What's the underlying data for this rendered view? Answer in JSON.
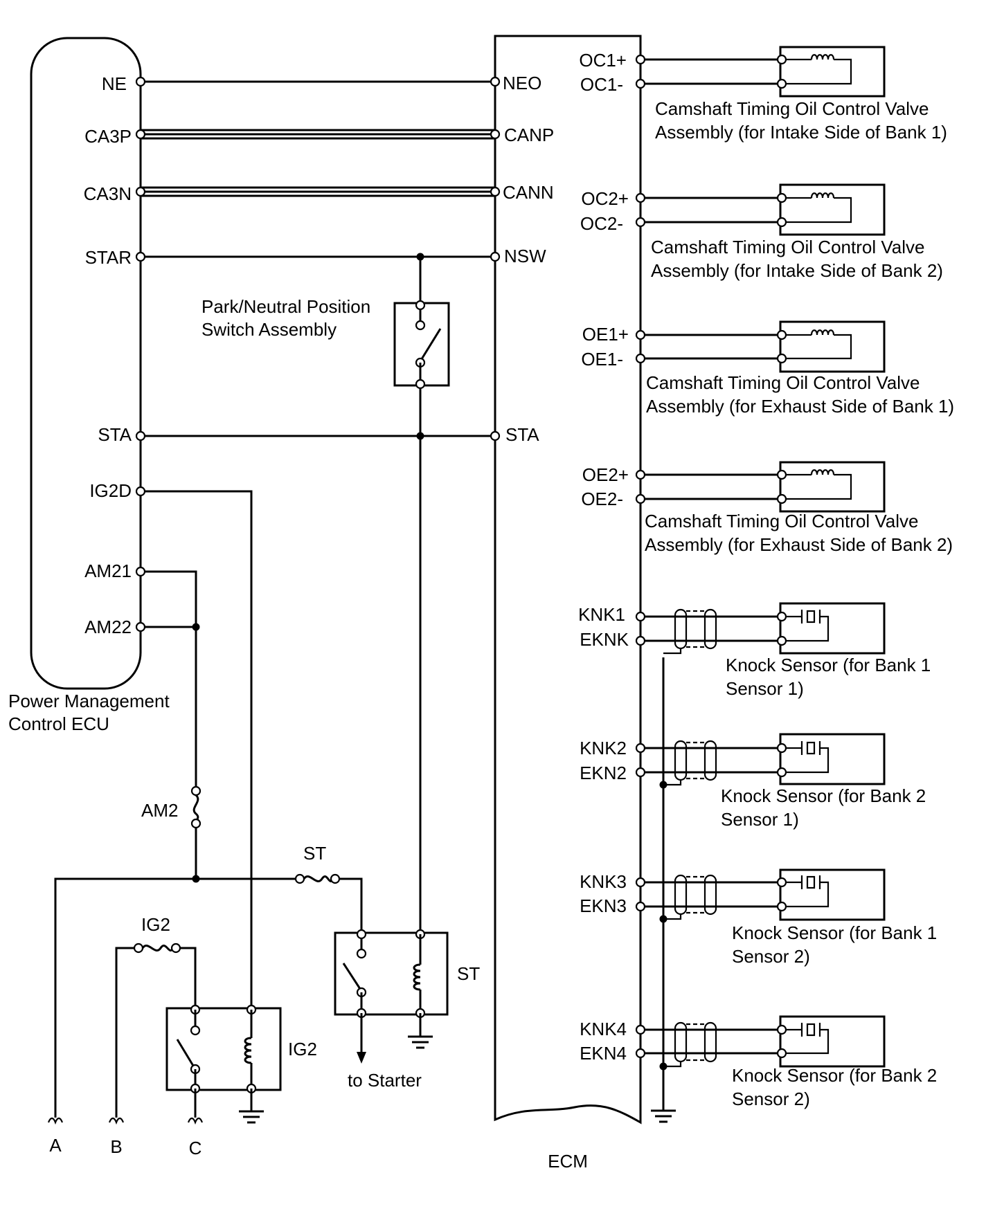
{
  "ecu": {
    "name_line1": "Power Management",
    "name_line2": "Control ECU",
    "pins": [
      "NE",
      "CA3P",
      "CA3N",
      "STAR",
      "STA",
      "IG2D",
      "AM21",
      "AM22"
    ]
  },
  "ecm": {
    "name": "ECM",
    "left_pins": [
      "NEO",
      "CANP",
      "CANN",
      "NSW",
      "STA"
    ],
    "right_pins": [
      "OC1+",
      "OC1-",
      "OC2+",
      "OC2-",
      "OE1+",
      "OE1-",
      "OE2+",
      "OE2-",
      "KNK1",
      "EKNK",
      "KNK2",
      "EKN2",
      "KNK3",
      "EKN3",
      "KNK4",
      "EKN4"
    ]
  },
  "valves": [
    {
      "line1": "Camshaft Timing Oil Control Valve",
      "line2": "Assembly (for Intake Side of Bank 1)"
    },
    {
      "line1": "Camshaft Timing Oil Control Valve",
      "line2": "Assembly (for Intake Side of Bank 2)"
    },
    {
      "line1": "Camshaft Timing Oil Control Valve",
      "line2": "Assembly (for Exhaust Side of Bank 1)"
    },
    {
      "line1": "Camshaft Timing Oil Control Valve",
      "line2": "Assembly (for Exhaust Side of Bank 2)"
    }
  ],
  "knock_sensors": [
    {
      "line1": "Knock Sensor (for Bank 1",
      "line2": "Sensor 1)"
    },
    {
      "line1": "Knock Sensor (for Bank 2",
      "line2": "Sensor 1)"
    },
    {
      "line1": "Knock Sensor (for Bank 1",
      "line2": "Sensor 2)"
    },
    {
      "line1": "Knock Sensor (for Bank 2",
      "line2": "Sensor 2)"
    }
  ],
  "switch_assembly": {
    "line1": "Park/Neutral Position",
    "line2": "Switch Assembly"
  },
  "fuses": {
    "am2": "AM2",
    "st": "ST",
    "ig2": "IG2"
  },
  "relays": {
    "st": "ST",
    "ig2": "IG2"
  },
  "starter_label": "to Starter",
  "bottom_terminals": [
    "A",
    "B",
    "C"
  ]
}
